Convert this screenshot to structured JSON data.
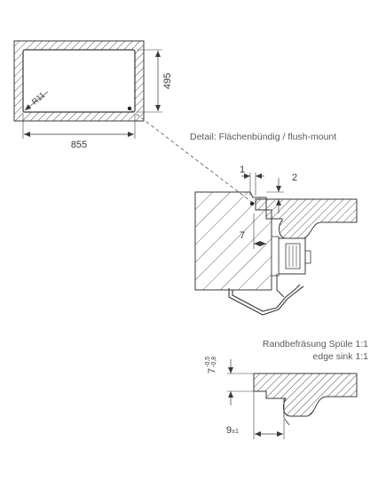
{
  "plan": {
    "width_dim": "855",
    "height_dim": "495",
    "radius_dim": "R11"
  },
  "detail_title": "Detail: Flächenbündig / flush-mount",
  "detail": {
    "dim_a": "1",
    "dim_b": "2",
    "dim_c": "7"
  },
  "edge": {
    "title_de": "Randbefräsung Spüle 1:1",
    "title_en": "edge sink 1:1",
    "depth_dim": "7",
    "depth_tol_upper": "-0,5",
    "depth_tol_lower": "-0,8",
    "width_dim": "9",
    "width_tol": "±1"
  },
  "colors": {
    "line": "#3a3a3a",
    "hatch": "#555555",
    "text": "#5a5a5a"
  }
}
